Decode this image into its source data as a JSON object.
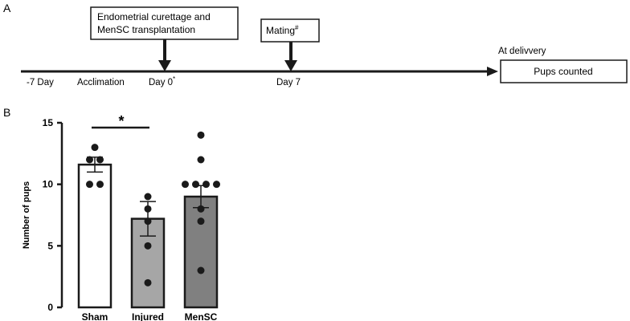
{
  "panel_a": {
    "label": "A",
    "box_procedure_line1": "Endometrial curettage and",
    "box_procedure_line2": "MenSC transplantation",
    "box_mating": "Mating",
    "box_mating_sup": "#",
    "box_end": "Pups counted",
    "timeline_labels": {
      "day_minus7": "-7 Day",
      "acclimation": "Acclimation",
      "day0": "Day 0",
      "day0_sup": "*",
      "day7": "Day 7",
      "at_delivery": "At delivvery"
    }
  },
  "panel_b": {
    "label": "B"
  },
  "chart_data": {
    "type": "bar",
    "categories": [
      "Sham",
      "Injured",
      "MenSC"
    ],
    "values": [
      11.6,
      7.2,
      9.0
    ],
    "errors": [
      0.6,
      1.4,
      0.9
    ],
    "points": [
      [
        13,
        12,
        12,
        10,
        10
      ],
      [
        9,
        8,
        7,
        5,
        2
      ],
      [
        14,
        12,
        10,
        10,
        10,
        10,
        8,
        7,
        3
      ]
    ],
    "ylabel": "Number of pups",
    "xlabel": "",
    "ylim": [
      0,
      15
    ],
    "yticks": [
      0,
      5,
      10,
      15
    ],
    "significance": {
      "between": [
        "Sham",
        "Injured"
      ],
      "label": "*"
    },
    "colors": {
      "Sham": "#ffffff",
      "Injured": "#a6a6a6",
      "MenSC": "#808080"
    }
  }
}
